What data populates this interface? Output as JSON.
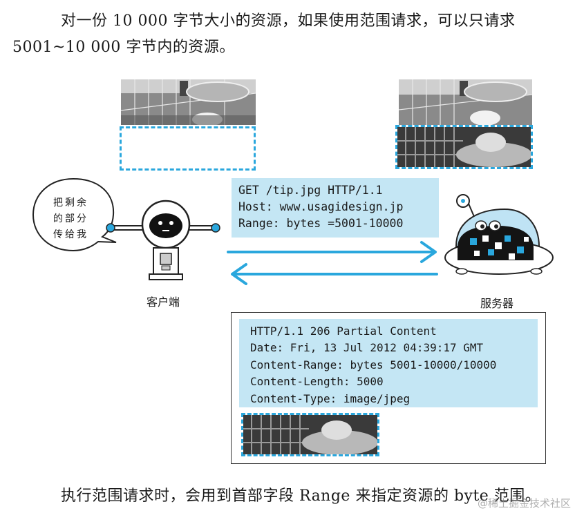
{
  "text": {
    "intro_line1": "对一份 10 000 字节大小的资源，如果使用范围请求，可以只请求",
    "intro_line2": "5001~10 000 字节内的资源。",
    "caption": "执行范围请求时，会用到首部字段 Range 来指定资源的 byte 范围。"
  },
  "request": {
    "lines": [
      "GET /tip.jpg HTTP/1.1",
      "Host: www.usagidesign.jp",
      "Range: bytes =5001-10000"
    ]
  },
  "response": {
    "lines": [
      "HTTP/1.1 206 Partial Content",
      "Date: Fri, 13 Jul 2012 04:39:17 GMT",
      "Content-Range: bytes 5001-10000/10000",
      "Content-Length: 5000",
      "Content-Type: image/jpeg"
    ]
  },
  "client": {
    "label": "客户端",
    "speech": [
      "把剩余",
      "的部分",
      "传给我"
    ]
  },
  "server": {
    "label": "服务器"
  },
  "watermark": "@稀土掘金技术社区",
  "colors": {
    "accent": "#2aa7dd",
    "code_bg": "#c4e6f4"
  }
}
